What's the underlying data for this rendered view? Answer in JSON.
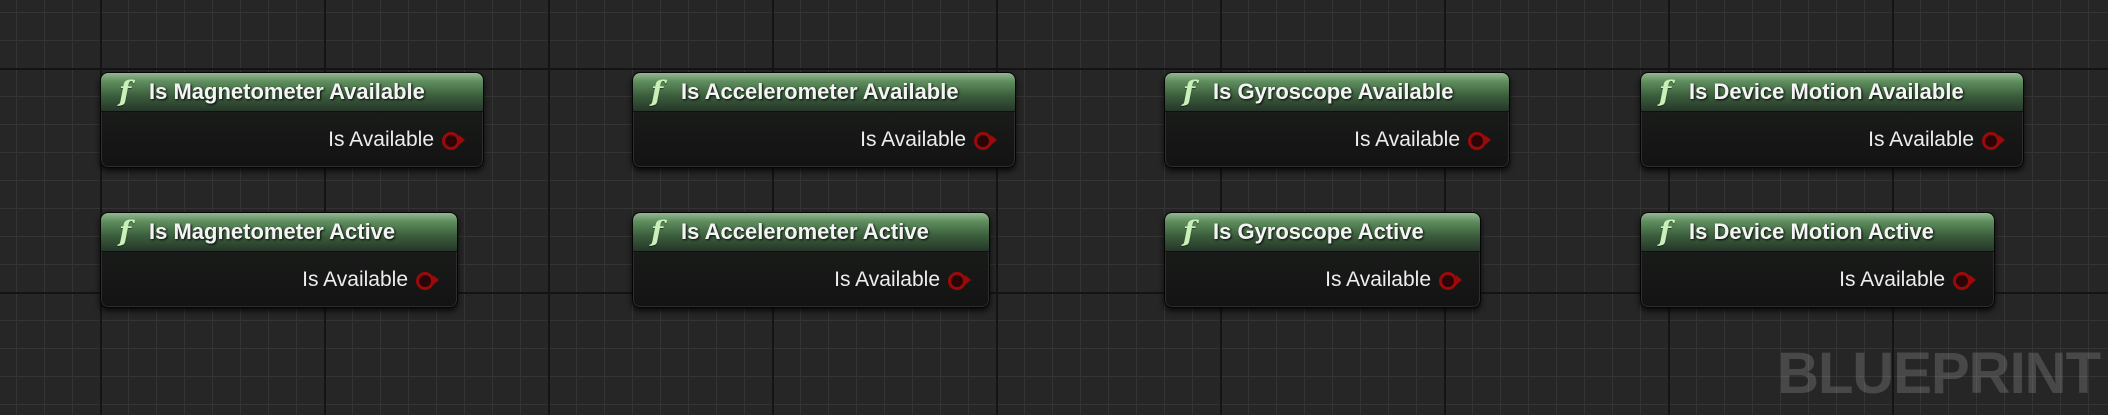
{
  "graph": {
    "watermark": "BLUEPRINT",
    "nodes": [
      {
        "icon": "function-icon",
        "icon_glyph": "f",
        "title": "Is Magnetometer Available",
        "pin_label": "Is Available",
        "pin_color": "#9a0a0a"
      },
      {
        "icon": "function-icon",
        "icon_glyph": "f",
        "title": "Is Accelerometer Available",
        "pin_label": "Is Available",
        "pin_color": "#9a0a0a"
      },
      {
        "icon": "function-icon",
        "icon_glyph": "f",
        "title": "Is Gyroscope Available",
        "pin_label": "Is Available",
        "pin_color": "#9a0a0a"
      },
      {
        "icon": "function-icon",
        "icon_glyph": "f",
        "title": "Is Device Motion Available",
        "pin_label": "Is Available",
        "pin_color": "#9a0a0a"
      },
      {
        "icon": "function-icon",
        "icon_glyph": "f",
        "title": "Is Magnetometer Active",
        "pin_label": "Is Available",
        "pin_color": "#9a0a0a"
      },
      {
        "icon": "function-icon",
        "icon_glyph": "f",
        "title": "Is Accelerometer Active",
        "pin_label": "Is Available",
        "pin_color": "#9a0a0a"
      },
      {
        "icon": "function-icon",
        "icon_glyph": "f",
        "title": "Is Gyroscope Active",
        "pin_label": "Is Available",
        "pin_color": "#9a0a0a"
      },
      {
        "icon": "function-icon",
        "icon_glyph": "f",
        "title": "Is Device Motion Active",
        "pin_label": "Is Available",
        "pin_color": "#9a0a0a"
      }
    ]
  },
  "colors": {
    "grid_background": "#262626",
    "node_header_accent": "#5f8e5e",
    "boolean_pin": "#9a0a0a"
  }
}
